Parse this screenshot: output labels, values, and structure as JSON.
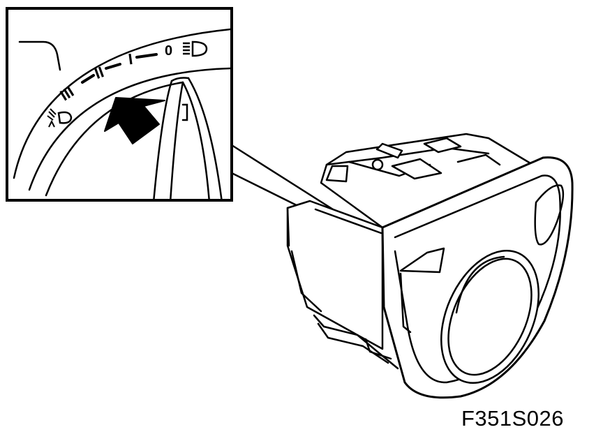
{
  "figure_ref": "F351S026",
  "dial_positions": [
    "0",
    "I",
    "II",
    "III"
  ],
  "colors": {
    "line": "#000000",
    "background": "#ffffff"
  },
  "icons": [
    "headlamp-icon",
    "headlamp-beam-adjust-icon",
    "arrow-icon"
  ]
}
